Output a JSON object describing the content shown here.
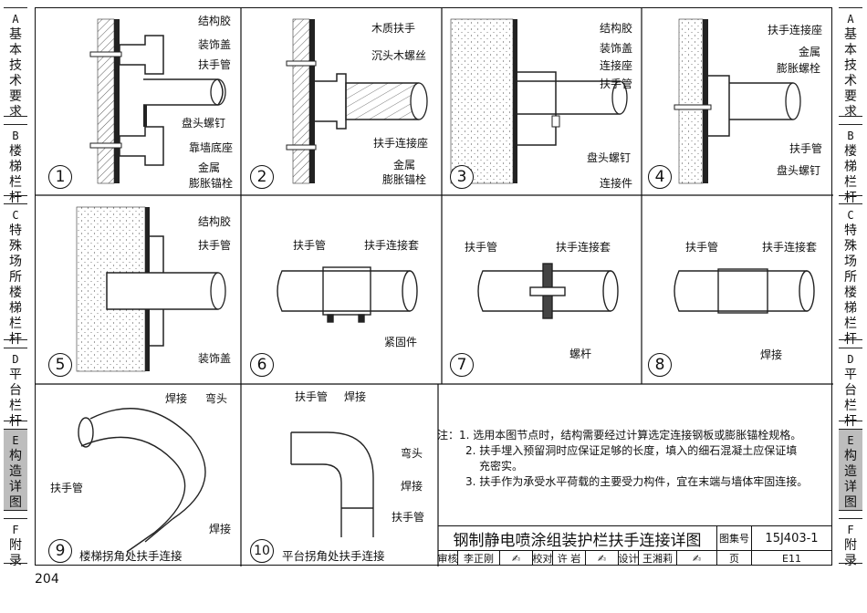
{
  "side_tabs": [
    {
      "letter": "A",
      "chars": [
        "基",
        "本",
        "技",
        "术",
        "要",
        "求"
      ],
      "active": false
    },
    {
      "letter": "B",
      "chars": [
        "楼",
        "梯",
        "栏",
        "杆"
      ],
      "active": false
    },
    {
      "letter": "C",
      "chars": [
        "特",
        "殊",
        "场",
        "所",
        "楼",
        "梯",
        "栏",
        "杆"
      ],
      "active": false
    },
    {
      "letter": "D",
      "chars": [
        "平",
        "台",
        "栏",
        "杆"
      ],
      "active": false
    },
    {
      "letter": "E",
      "chars": [
        "构",
        "造",
        "详",
        "图"
      ],
      "active": true
    },
    {
      "letter": "F",
      "chars": [
        "附",
        "录"
      ],
      "active": false
    }
  ],
  "details": {
    "d1": {
      "num": "1",
      "labels": [
        "结构胶",
        "装饰盖",
        "扶手管",
        "盘头螺钉",
        "靠墙底座",
        "金属",
        "膨胀锚栓"
      ]
    },
    "d2": {
      "num": "2",
      "labels": [
        "木质扶手",
        "沉头木螺丝",
        "扶手连接座",
        "金属",
        "膨胀锚栓"
      ]
    },
    "d3": {
      "num": "3",
      "labels": [
        "结构胶",
        "装饰盖",
        "连接座",
        "扶手管",
        "盘头螺钉",
        "连接件"
      ]
    },
    "d4": {
      "num": "4",
      "labels": [
        "扶手连接座",
        "金属",
        "膨胀螺栓",
        "扶手管",
        "盘头螺钉"
      ]
    },
    "d5": {
      "num": "5",
      "labels": [
        "结构胶",
        "扶手管",
        "装饰盖"
      ]
    },
    "d6": {
      "num": "6",
      "labels": [
        "扶手管",
        "扶手连接套",
        "紧固件"
      ]
    },
    "d7": {
      "num": "7",
      "labels": [
        "扶手管",
        "扶手连接套",
        "螺杆"
      ]
    },
    "d8": {
      "num": "8",
      "labels": [
        "扶手管",
        "扶手连接套",
        "焊接"
      ]
    },
    "d9": {
      "num": "9",
      "labels": [
        "焊接",
        "弯头",
        "扶手管",
        "焊接"
      ],
      "caption": "楼梯拐角处扶手连接"
    },
    "d10": {
      "num": "10",
      "labels": [
        "扶手管",
        "焊接",
        "弯头",
        "焊接",
        "扶手管"
      ],
      "caption": "平台拐角处扶手连接"
    }
  },
  "notes": [
    "注：1. 选用本图节点时，结构需要经过计算选定连接钢板或膨胀锚栓规格。",
    "2. 扶手埋入预留洞时应保证足够的长度，填入的细石混凝土应保证填",
    "充密实。",
    "3. 扶手作为承受水平荷载的主要受力构件，宜在末端与墙体牢固连接。"
  ],
  "title_block": {
    "title": "钢制静电喷涂组装护栏扶手连接详图",
    "atlas_label": "图集号",
    "atlas_no": "15J403-1",
    "review_label": "审核",
    "review_name": "李正刚",
    "check_label": "校对",
    "check_name": "许 岩",
    "design_label": "设计",
    "design_name": "王湘莉",
    "page_label": "页",
    "page_no": "E11"
  },
  "page_number": "204"
}
